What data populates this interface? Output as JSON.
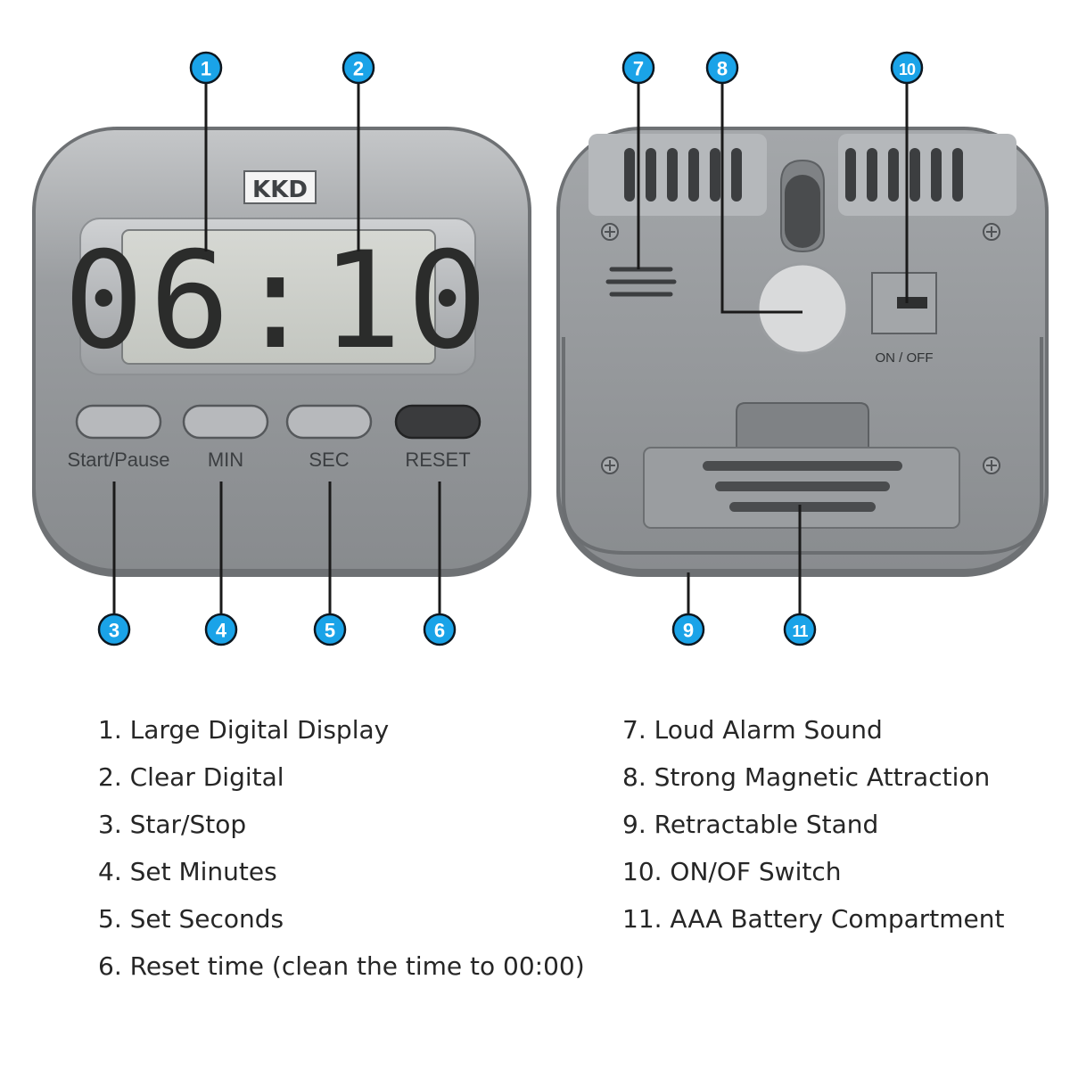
{
  "brand": "KKD",
  "display_time": "06:10",
  "buttons": [
    {
      "label": "Start/Pause",
      "color": "#b7b9bc"
    },
    {
      "label": "MIN",
      "color": "#b7b9bc"
    },
    {
      "label": "SEC",
      "color": "#b7b9bc"
    },
    {
      "label": "RESET",
      "color": "#3a3b3d"
    }
  ],
  "switch_label": "ON / OFF",
  "callouts": [
    "1",
    "2",
    "3",
    "4",
    "5",
    "6",
    "7",
    "8",
    "9",
    "10",
    "11"
  ],
  "legend": {
    "left": [
      "1. Large Digital Display",
      "2. Clear Digital",
      "3. Star/Stop",
      "4. Set Minutes",
      "5. Set Seconds",
      "6. Reset time (clean the time to 00:00)"
    ],
    "right": [
      "7. Loud Alarm Sound",
      "8. Strong Magnetic Attraction",
      "9. Retractable Stand",
      "10. ON/OF Switch",
      "11. AAA Battery Compartment"
    ]
  },
  "colors": {
    "callout": "#1aa3e8",
    "body": "#8f9295",
    "lcd": "#cfd2cc",
    "lcd_digits": "#2b2c2b"
  }
}
